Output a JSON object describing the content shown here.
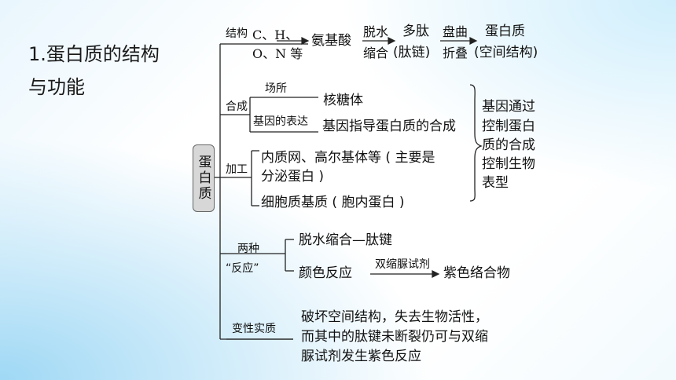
{
  "title": {
    "line1": "1.蛋白质的结构",
    "line2": "与功能"
  },
  "root": {
    "label": "蛋白质"
  },
  "structure": {
    "label": "结构",
    "elements_a": "C、H、",
    "elements_b": "O、N 等",
    "amino_acid": "氨基酸",
    "step1_top": "脱水",
    "step1_bottom": "缩合",
    "peptide_top": "多肽",
    "peptide_bottom": "(肽链)",
    "step2_top": "盘曲",
    "step2_bottom": "折叠",
    "protein_top": "蛋白质",
    "protein_bottom": "(空间结构)"
  },
  "synthesis": {
    "label": "合成",
    "site_label": "场所",
    "site_value": "核糖体",
    "gene_label": "基因的表达",
    "gene_value": "基因指导蛋白质的合成",
    "gene_control": [
      "基因通过",
      "控制蛋白",
      "质的合成",
      "控制生物",
      "表型"
    ]
  },
  "processing": {
    "label": "加工",
    "item1_line1": "内质网、高尔基体等 ( 主要是",
    "item1_line2": "分泌蛋白 )",
    "item2": "细胞质基质 ( 胞内蛋白 )"
  },
  "reactions": {
    "label_top": "两种",
    "label_bottom": "“反应”",
    "item1": "脱水缩合—肽键",
    "item2_left": "颜色反应",
    "item2_arrow": "双缩脲试剂",
    "item2_right": "紫色络合物"
  },
  "denaturation": {
    "label": "变性实质",
    "lines": [
      "破坏空间结构，失去生物活性，",
      "而其中的肽键未断裂仍可与双缩",
      "脲试剂发生紫色反应"
    ]
  },
  "colors": {
    "line": "#222222",
    "box_fill": "#d7d7d7",
    "gradient_blue": "#9fd8f5"
  }
}
